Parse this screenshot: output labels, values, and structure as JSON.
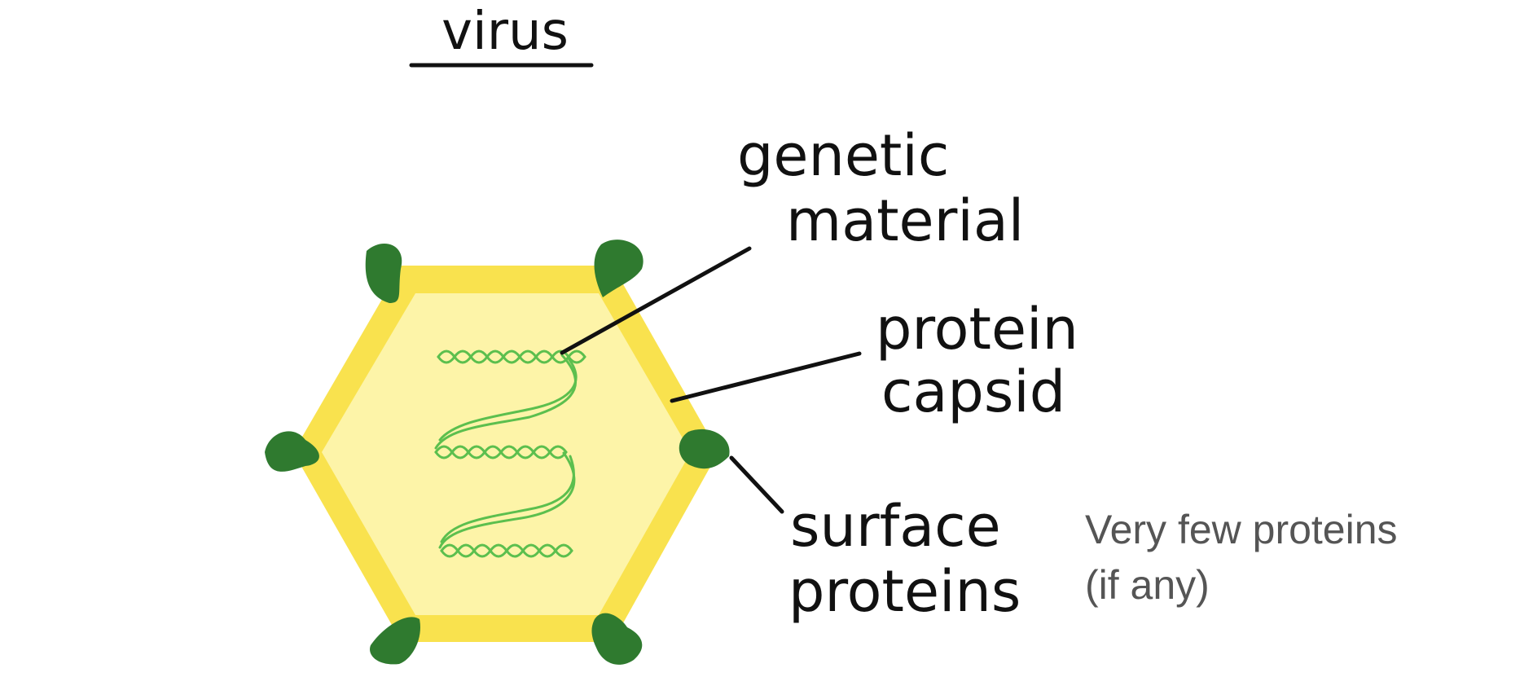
{
  "title": "virus",
  "labels": {
    "genetic_material": [
      "genetic",
      "material"
    ],
    "protein_capsid": [
      "protein",
      "capsid"
    ],
    "surface_proteins": [
      "surface",
      "proteins"
    ]
  },
  "note": [
    "Very few proteins",
    "(if any)"
  ],
  "colors": {
    "capsid_outer": "#f9e24e",
    "capsid_inner": "#fdf4a8",
    "surface_protein": "#2f7a2f",
    "genetic_material": "#5cbf4e",
    "ink": "#111111",
    "note_text": "#555555"
  }
}
